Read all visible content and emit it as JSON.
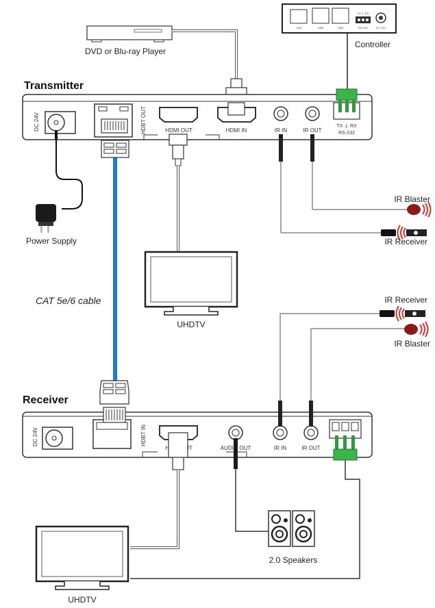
{
  "transmitter": {
    "title": "Transmitter",
    "ports": {
      "dc": "DC 24V",
      "hdbt": "HDBT OUT",
      "hdmi_out": "HDMI OUT",
      "hdmi_in": "HDMI IN",
      "ir_in": "IR IN",
      "ir_out": "IR OUT",
      "rs232_pins": "TX  ⏚  RX",
      "rs232": "RS-232"
    }
  },
  "receiver": {
    "title": "Receiver",
    "ports": {
      "dc": "DC 24V",
      "hdbt": "HDBT IN",
      "hdmi_out": "HDMI OUT",
      "audio_out": "AUDIO OUT",
      "ir_in": "IR IN",
      "ir_out": "IR OUT"
    }
  },
  "controller": {
    "label": "Controller",
    "ports": {
      "lan": "LAN",
      "usb1": "USB",
      "usb2": "USB",
      "rs232_pins": "TX ⏚ RX",
      "rs232": "RS-232",
      "dc": "DC 12V"
    }
  },
  "devices": {
    "dvd": "DVD or Blu-ray Player",
    "power_supply": "Power Supply",
    "tv_top": "UHDTV",
    "tv_bottom": "UHDTV",
    "speakers": "2.0 Speakers",
    "cable": "CAT 5e/6 cable",
    "tx_ir_blaster": "IR Blaster",
    "tx_ir_receiver": "IR Receiver",
    "rx_ir_receiver": "IR Receiver",
    "rx_ir_blaster": "IR Blaster"
  },
  "colors": {
    "cat_cable": "#1f7ad1",
    "terminal_green": "#3bb44a",
    "ir_red": "#c0201e",
    "blaster_dark_red": "#8e1a17"
  }
}
